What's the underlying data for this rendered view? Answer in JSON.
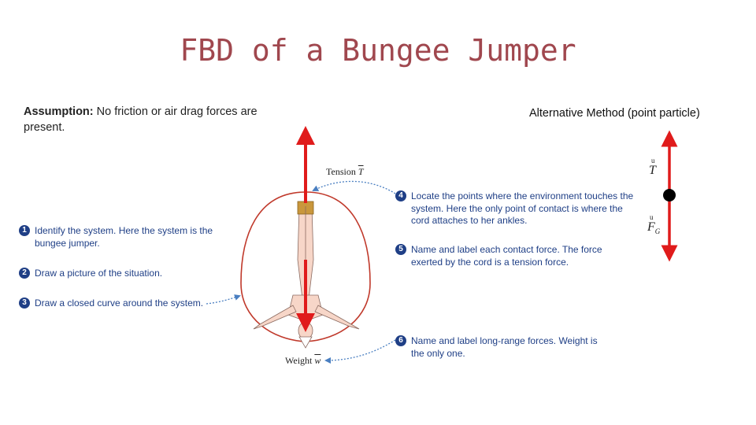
{
  "title": "FBD of a Bungee Jumper",
  "assumption": {
    "label": "Assumption:",
    "text": " No friction or air drag forces are present."
  },
  "alternative": {
    "heading": "Alternative Method (point particle)",
    "tension_symbol": "T",
    "weight_symbol": "F",
    "weight_subscript": "G"
  },
  "figure": {
    "tension_label": "Tension",
    "tension_symbol": "T",
    "weight_label": "Weight",
    "weight_symbol": "w"
  },
  "steps": [
    {
      "num": "1",
      "text": "Identify the system. Here the system is the bungee jumper."
    },
    {
      "num": "2",
      "text": "Draw a picture of the situation."
    },
    {
      "num": "3",
      "text": "Draw a closed curve around the system."
    },
    {
      "num": "4",
      "text": "Locate the points where the environment touches the system. Here the only point of contact is where the cord attaches to her ankles."
    },
    {
      "num": "5",
      "text": "Name and label each contact force. The force exerted by the cord is a tension force."
    },
    {
      "num": "6",
      "text": "Name and label long-range forces. Weight is the only one."
    }
  ],
  "colors": {
    "title": "#a0474e",
    "force_arrow": "#e01b1b",
    "step_text": "#1f3f86",
    "system_curve": "#c0392b",
    "skin": "#f7d6c8",
    "rope": "#b8862e"
  }
}
